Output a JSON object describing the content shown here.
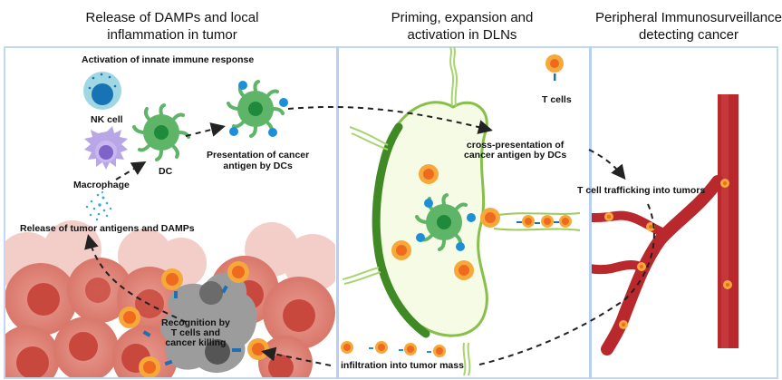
{
  "panels": [
    {
      "title_line1": "Release of DAMPs and local",
      "title_line2": "inflammation in tumor"
    },
    {
      "title_line1": "Priming, expansion and",
      "title_line2": "activation in DLNs"
    },
    {
      "title_line1": "Peripheral Immunosurveillance",
      "title_line2": "detecting cancer"
    }
  ],
  "labels": {
    "innate_response": "Activation of innate immune response",
    "nk_cell": "NK cell",
    "dc": "DC",
    "macrophage": "Macrophage",
    "presentation_line1": "Presentation of cancer",
    "presentation_line2": "antigen by DCs",
    "release": "Release of tumor antigens and DAMPs",
    "recognition_line1": "Recognition by",
    "recognition_line2": "T cells and",
    "recognition_line3": "cancer killing",
    "t_cells": "T cells",
    "cross_line1": "cross-presentation of",
    "cross_line2": "cancer antigen by DCs",
    "trafficking": "T cell trafficking into tumors",
    "infiltration": "infiltration into tumor mass"
  },
  "colors": {
    "frame_border": "#c4d6f2",
    "tumor_cell": "#e0857a",
    "tumor_nucleus": "#c9483e",
    "dead_cell": "#9b9b9b",
    "t_cell_outer": "#f7a83a",
    "t_cell_inner": "#ee6a1e",
    "dc_body": "#5fb567",
    "dc_nucleus": "#1f8a3b",
    "antigen": "#1d8fd8",
    "nk_outer": "#9fd7e3",
    "nk_nucleus": "#1873b5",
    "macrophage": "#b9a6e6",
    "macrophage_nucleus": "#7f63c9",
    "lymph_node_fill": "#f6fbe6",
    "lymph_node_border": "#4a9a2c",
    "vessel": "#b9282c"
  }
}
